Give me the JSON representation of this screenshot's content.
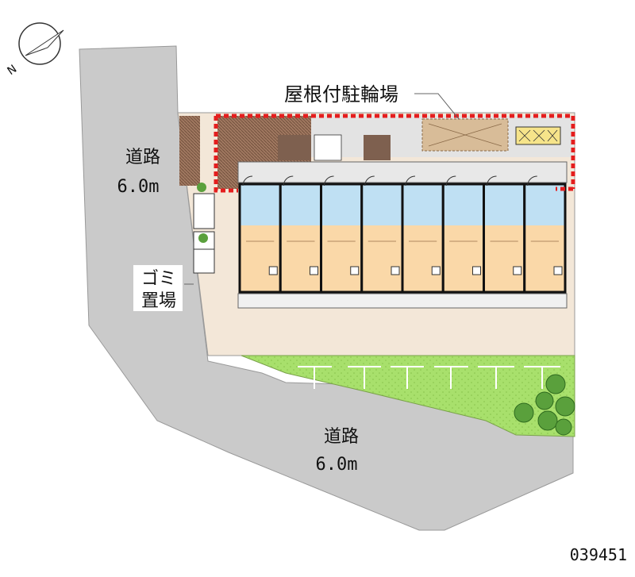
{
  "map": {
    "labels": {
      "road_left_name": "道路",
      "road_left_width": "6.0m",
      "road_bottom_name": "道路",
      "road_bottom_width": "6.0m",
      "bike_parking": "屋根付駐輪場",
      "garbage_line1": "ゴミ",
      "garbage_line2": "置場"
    },
    "code": "039451",
    "north_arrow_symbol": "compass-icon",
    "unit_count": 8,
    "colors": {
      "road": "#cacaca",
      "site": "#f3e7d8",
      "building_frame": "#e3e3e3",
      "unit_floor": "#fad8a8",
      "unit_wet": "#bfe0f3",
      "lawn": "#a8e06c",
      "bike_area": "#d8bc98",
      "highlight": "#e41e1e",
      "stair_area": "#a07860",
      "shelter_yellow": "#f6e48a"
    }
  }
}
